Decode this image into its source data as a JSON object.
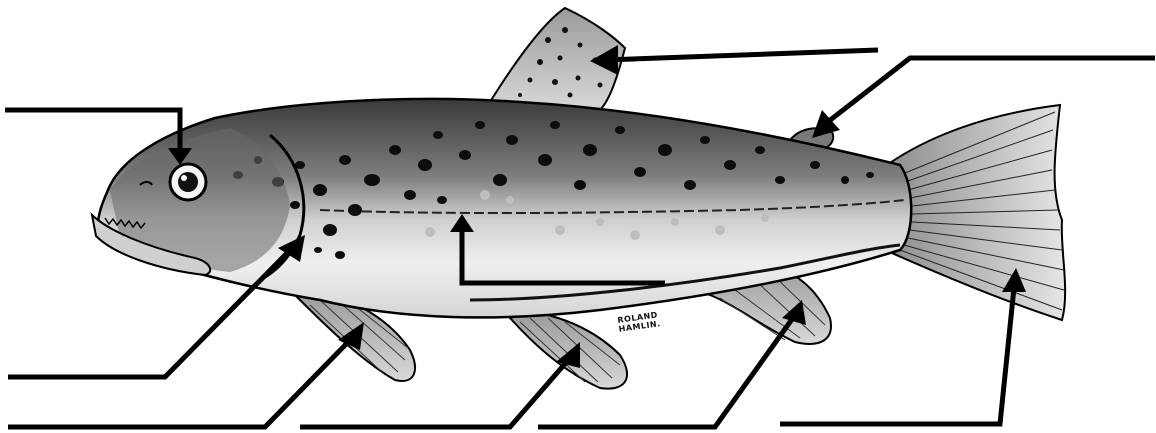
{
  "artwork": {
    "signature_line1": "ROLAND",
    "signature_line2": "HAMLIN."
  },
  "colors": {
    "background": "#ffffff",
    "ink": "#000000",
    "body_shade": "#8a8a8a",
    "belly": "#f0f0f0"
  },
  "labels": {
    "count": 9,
    "blanks": [
      "",
      "",
      "",
      "",
      "",
      "",
      "",
      "",
      ""
    ]
  }
}
